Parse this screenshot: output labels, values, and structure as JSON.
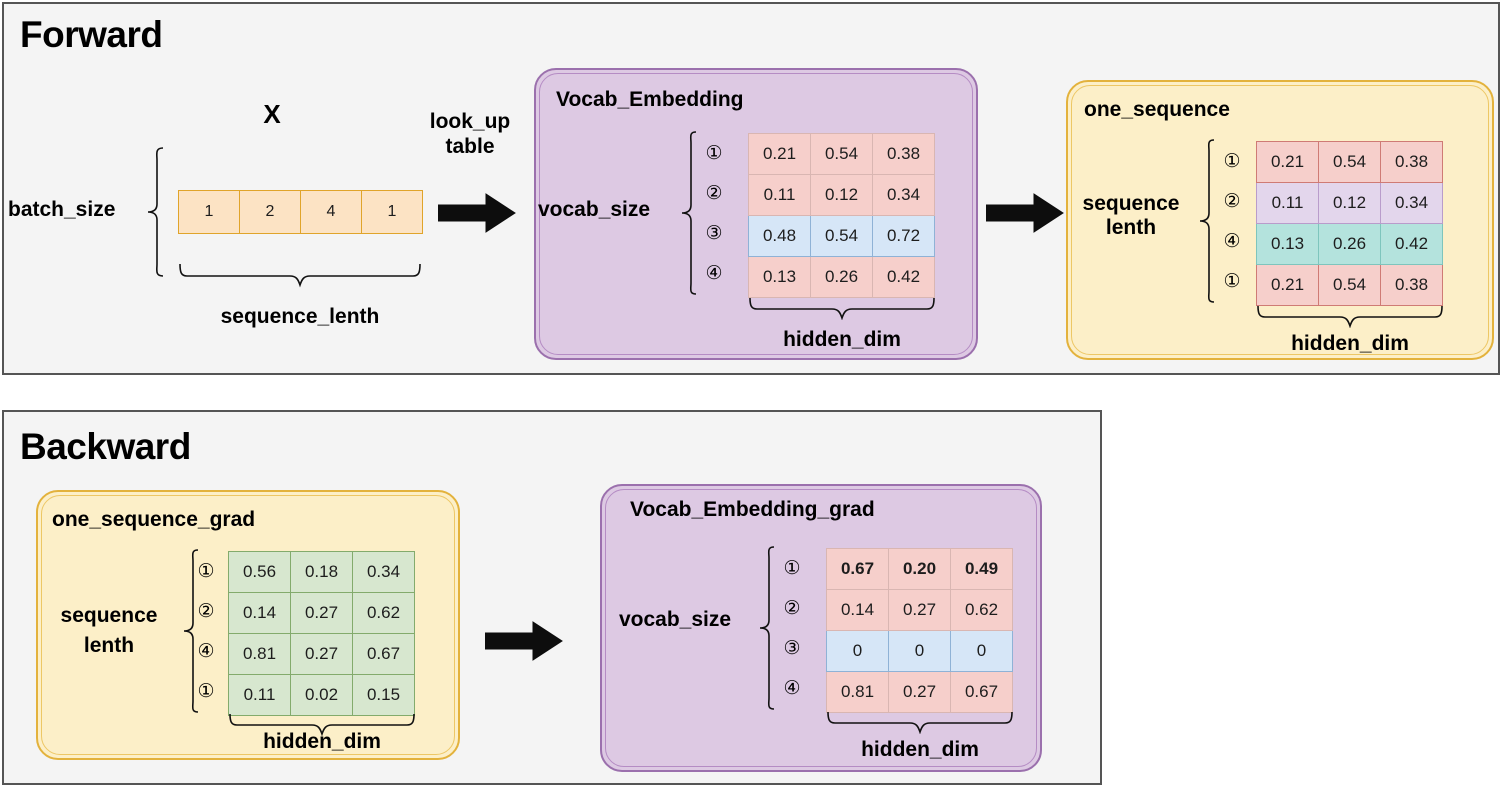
{
  "panels": {
    "forward": {
      "title": "Forward"
    },
    "backward": {
      "title": "Backward"
    }
  },
  "forward": {
    "x_label": "X",
    "batch_size_label": "batch_size",
    "sequence_lenth_label": "sequence_lenth",
    "x_values": [
      "1",
      "2",
      "4",
      "1"
    ],
    "lookup_arrow_label_line1": "look_up",
    "lookup_arrow_label_line2": "table",
    "vocab_embedding": {
      "title": "Vocab_Embedding",
      "row_axis_label": "vocab_size",
      "col_axis_label": "hidden_dim",
      "row_indices": [
        "①",
        "②",
        "③",
        "④"
      ],
      "rows": [
        {
          "cells": [
            "0.21",
            "0.54",
            "0.38"
          ],
          "color": "pink"
        },
        {
          "cells": [
            "0.11",
            "0.12",
            "0.34"
          ],
          "color": "pink"
        },
        {
          "cells": [
            "0.48",
            "0.54",
            "0.72"
          ],
          "color": "blue"
        },
        {
          "cells": [
            "0.13",
            "0.26",
            "0.42"
          ],
          "color": "pink"
        }
      ]
    },
    "one_sequence": {
      "title": "one_sequence",
      "row_axis_label_line1": "sequence",
      "row_axis_label_line2": "lenth",
      "col_axis_label": "hidden_dim",
      "row_indices": [
        "①",
        "②",
        "④",
        "①"
      ],
      "rows": [
        {
          "cells": [
            "0.21",
            "0.54",
            "0.38"
          ],
          "color": "pinkr"
        },
        {
          "cells": [
            "0.11",
            "0.12",
            "0.34"
          ],
          "color": "lav"
        },
        {
          "cells": [
            "0.13",
            "0.26",
            "0.42"
          ],
          "color": "teal"
        },
        {
          "cells": [
            "0.21",
            "0.54",
            "0.38"
          ],
          "color": "pinkr"
        }
      ]
    }
  },
  "backward": {
    "one_sequence_grad": {
      "title": "one_sequence_grad",
      "row_axis_label_line1": "sequence",
      "row_axis_label_line2": "lenth",
      "col_axis_label": "hidden_dim",
      "row_indices": [
        "①",
        "②",
        "④",
        "①"
      ],
      "rows": [
        {
          "cells": [
            "0.56",
            "0.18",
            "0.34"
          ],
          "color": "green"
        },
        {
          "cells": [
            "0.14",
            "0.27",
            "0.62"
          ],
          "color": "green"
        },
        {
          "cells": [
            "0.81",
            "0.27",
            "0.67"
          ],
          "color": "green"
        },
        {
          "cells": [
            "0.11",
            "0.02",
            "0.15"
          ],
          "color": "green"
        }
      ]
    },
    "vocab_embedding_grad": {
      "title": "Vocab_Embedding_grad",
      "row_axis_label": "vocab_size",
      "col_axis_label": "hidden_dim",
      "row_indices": [
        "①",
        "②",
        "③",
        "④"
      ],
      "rows": [
        {
          "cells": [
            "0.67",
            "0.20",
            "0.49"
          ],
          "color": "pink",
          "bold": true
        },
        {
          "cells": [
            "0.14",
            "0.27",
            "0.62"
          ],
          "color": "pink",
          "bold": false
        },
        {
          "cells": [
            "0",
            "0",
            "0"
          ],
          "color": "blue",
          "bold": false
        },
        {
          "cells": [
            "0.81",
            "0.27",
            "0.67"
          ],
          "color": "pink",
          "bold": false
        }
      ]
    }
  },
  "colors": {
    "panel_bg": "#f4f4f4",
    "panel_border": "#555555",
    "purple_fill": "#ddc9e3",
    "purple_border": "#9b70ad",
    "yellow_fill": "#fcefc8",
    "yellow_border": "#e3b23c",
    "orange_cell": "#fce3c4",
    "orange_border": "#e0a42a",
    "pink_cell": "#f6cfcb",
    "blue_cell": "#d6e6f7",
    "lavender_cell": "#e3d6ec",
    "teal_cell": "#b4e3dd",
    "green_cell": "#d7e7cf",
    "arrow": "#0d0d0d"
  }
}
